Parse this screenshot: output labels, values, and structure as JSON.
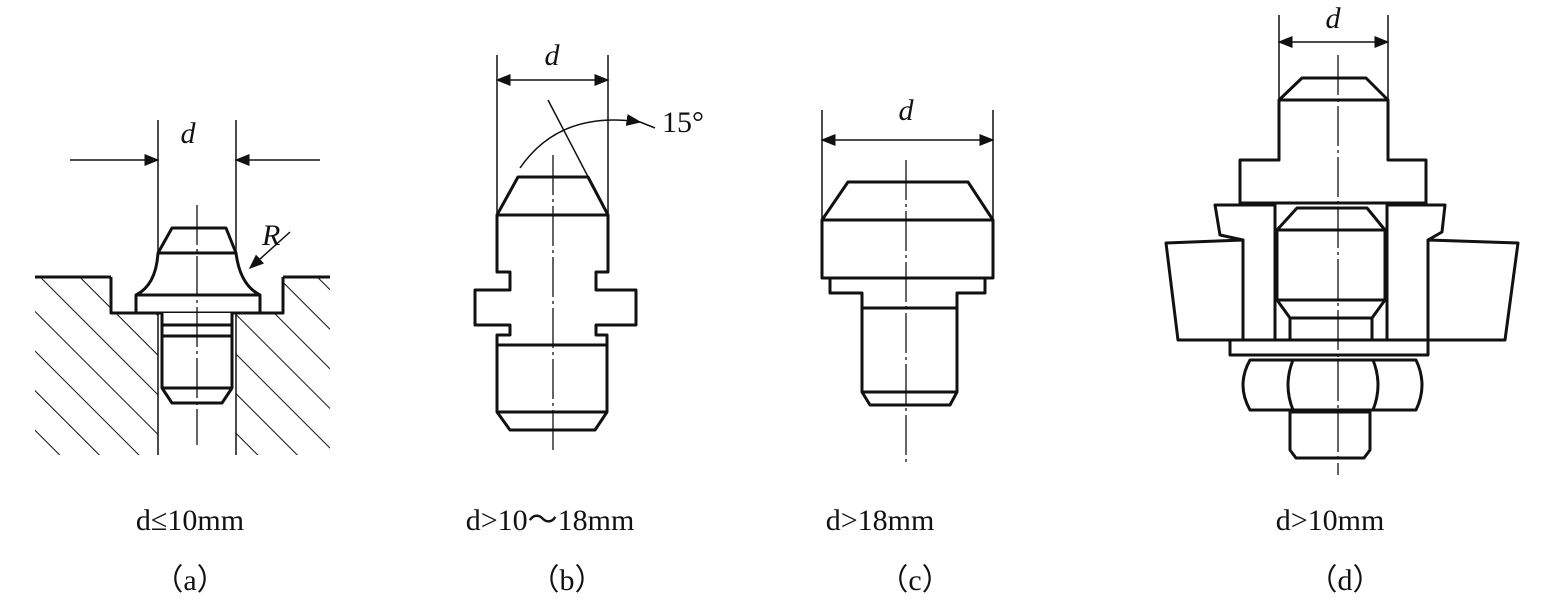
{
  "figure": {
    "panels": [
      {
        "id": "a",
        "dimension": "d",
        "radius_label": "R",
        "condition": "d≤10mm",
        "caption": "（a）"
      },
      {
        "id": "b",
        "dimension": "d",
        "angle_label": "15°",
        "condition": "d>10～18mm",
        "caption": "（b）"
      },
      {
        "id": "c",
        "dimension": "d",
        "condition": "d>18mm",
        "caption": "（c）"
      },
      {
        "id": "d",
        "dimension": "d",
        "condition": "d>10mm",
        "caption": "（d）"
      }
    ]
  }
}
